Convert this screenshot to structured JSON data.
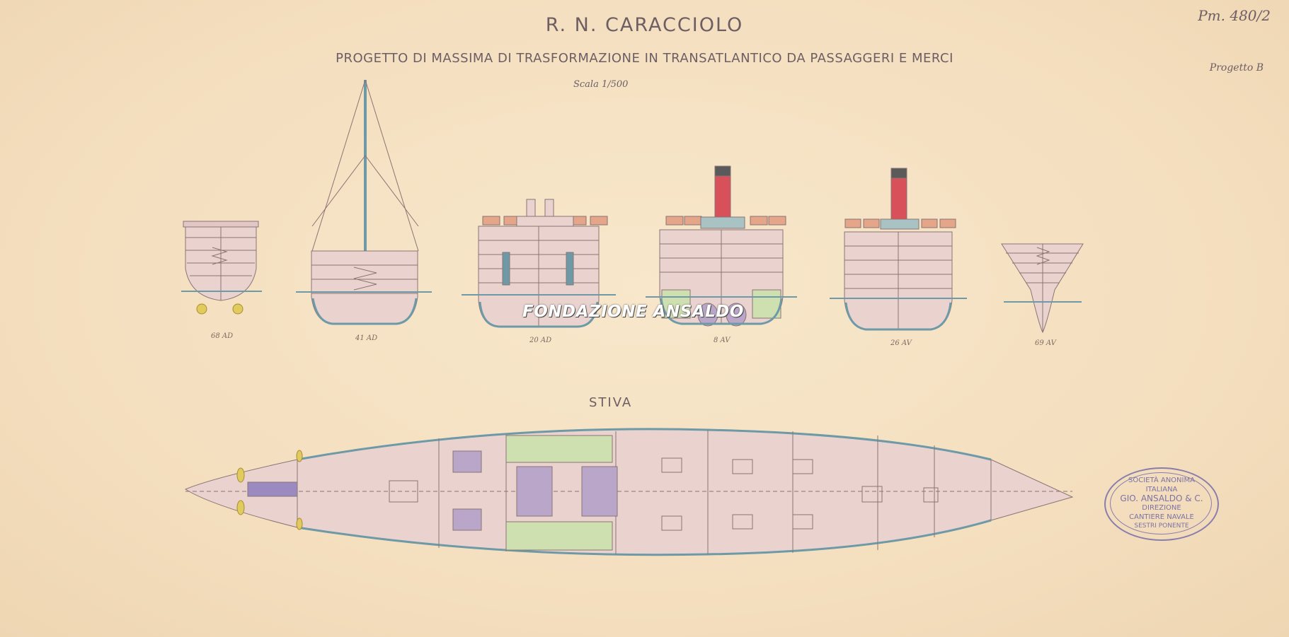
{
  "sheet": {
    "title": "R. N. CARACCIOLO",
    "subtitle": "PROGETTO DI MASSIMA DI TRASFORMAZIONE IN TRANSATLANTICO DA PASSAGGERI E MERCI",
    "scale": "Scala 1/500",
    "reference": "Pm. 480/2",
    "project": "Progetto B",
    "plan_label": "STIVA",
    "watermark": "FONDAZIONE ANSALDO"
  },
  "sections": [
    {
      "label": "68 AD"
    },
    {
      "label": "41 AD"
    },
    {
      "label": "20 AD"
    },
    {
      "label": "8 AV"
    },
    {
      "label": "26 AV"
    },
    {
      "label": "69 AV"
    }
  ],
  "stamp": {
    "line1": "SOCIETÀ ANONIMA",
    "line2": "ITALIANA",
    "line3": "GIO. ANSALDO & C.",
    "line4": "DIREZIONE",
    "line5": "CANTIERE NAVALE",
    "line6": "SESTRI PONENTE"
  },
  "colors": {
    "hull_fill": "#ead3cf",
    "hull_outline": "#7b9aa3",
    "funnel": "#d8505a",
    "machinery": "#b9a6c9",
    "bunker": "#cfe0b0",
    "paper": "#f6e2c4"
  }
}
